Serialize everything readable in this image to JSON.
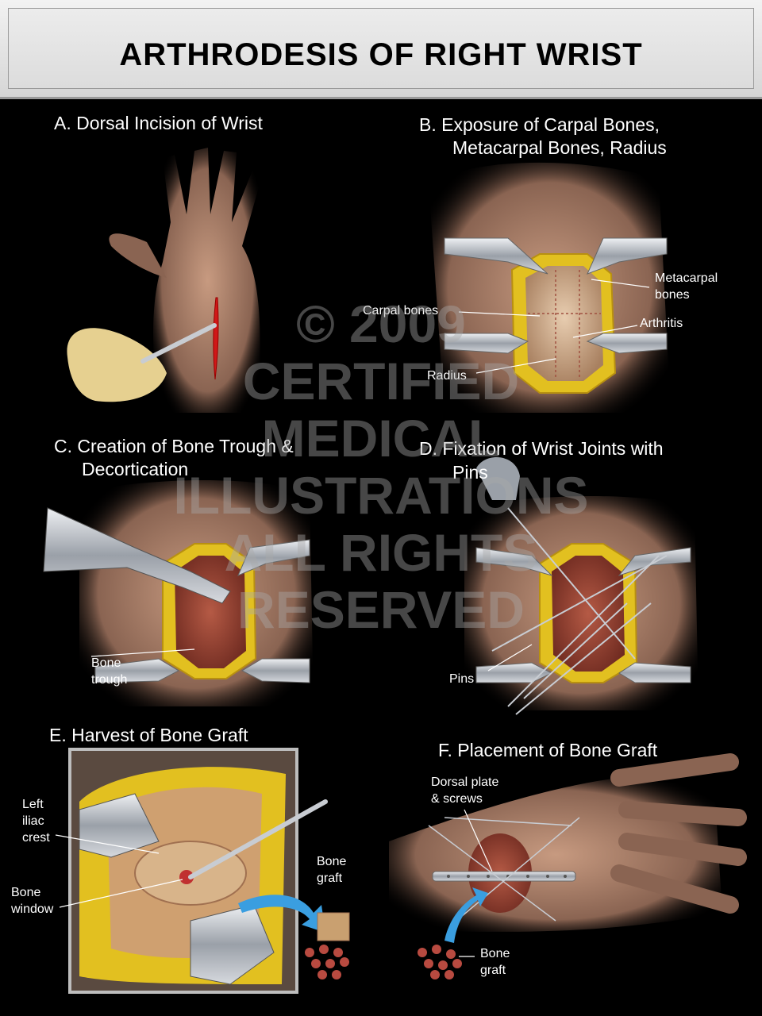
{
  "title": "ARTHRODESIS OF RIGHT WRIST",
  "panels": {
    "a": {
      "title": "A. Dorsal Incision of Wrist"
    },
    "b": {
      "title_line1": "B. Exposure of Carpal Bones,",
      "title_line2": "Metacarpal Bones, Radius",
      "labels": {
        "metacarpal_1": "Metacarpal",
        "metacarpal_2": "bones",
        "carpal": "Carpal bones",
        "arthritis": "Arthritis",
        "radius": "Radius"
      }
    },
    "c": {
      "title_line1": "C. Creation of Bone Trough &",
      "title_line2": "Decortication",
      "labels": {
        "trough_1": "Bone",
        "trough_2": "trough"
      }
    },
    "d": {
      "title_line1": "D. Fixation of Wrist Joints with",
      "title_line2": "Pins",
      "labels": {
        "pins": "Pins"
      }
    },
    "e": {
      "title": "E. Harvest of Bone Graft",
      "labels": {
        "iliac_1": "Left",
        "iliac_2": "iliac",
        "iliac_3": "crest",
        "window_1": "Bone",
        "window_2": "window",
        "graft_1": "Bone",
        "graft_2": "graft"
      }
    },
    "f": {
      "title": "F. Placement of Bone Graft",
      "labels": {
        "plate_1": "Dorsal plate",
        "plate_2": "& screws",
        "graft_1": "Bone",
        "graft_2": "graft"
      }
    }
  },
  "watermark": {
    "line1": "© 2009",
    "line2": "CERTIFIED",
    "line3": "MEDICAL",
    "line4": "ILLUSTRATIONS",
    "line5": "ALL RIGHTS",
    "line6": "RESERVED"
  },
  "colors": {
    "background": "#000000",
    "skin": "#b58a70",
    "fat": "#e2c020",
    "bone": "#9c4a3a",
    "retractor": "#c8ccd2",
    "incision": "#d01818",
    "arrow": "#3a9ee0",
    "glove": "#e6d090"
  }
}
